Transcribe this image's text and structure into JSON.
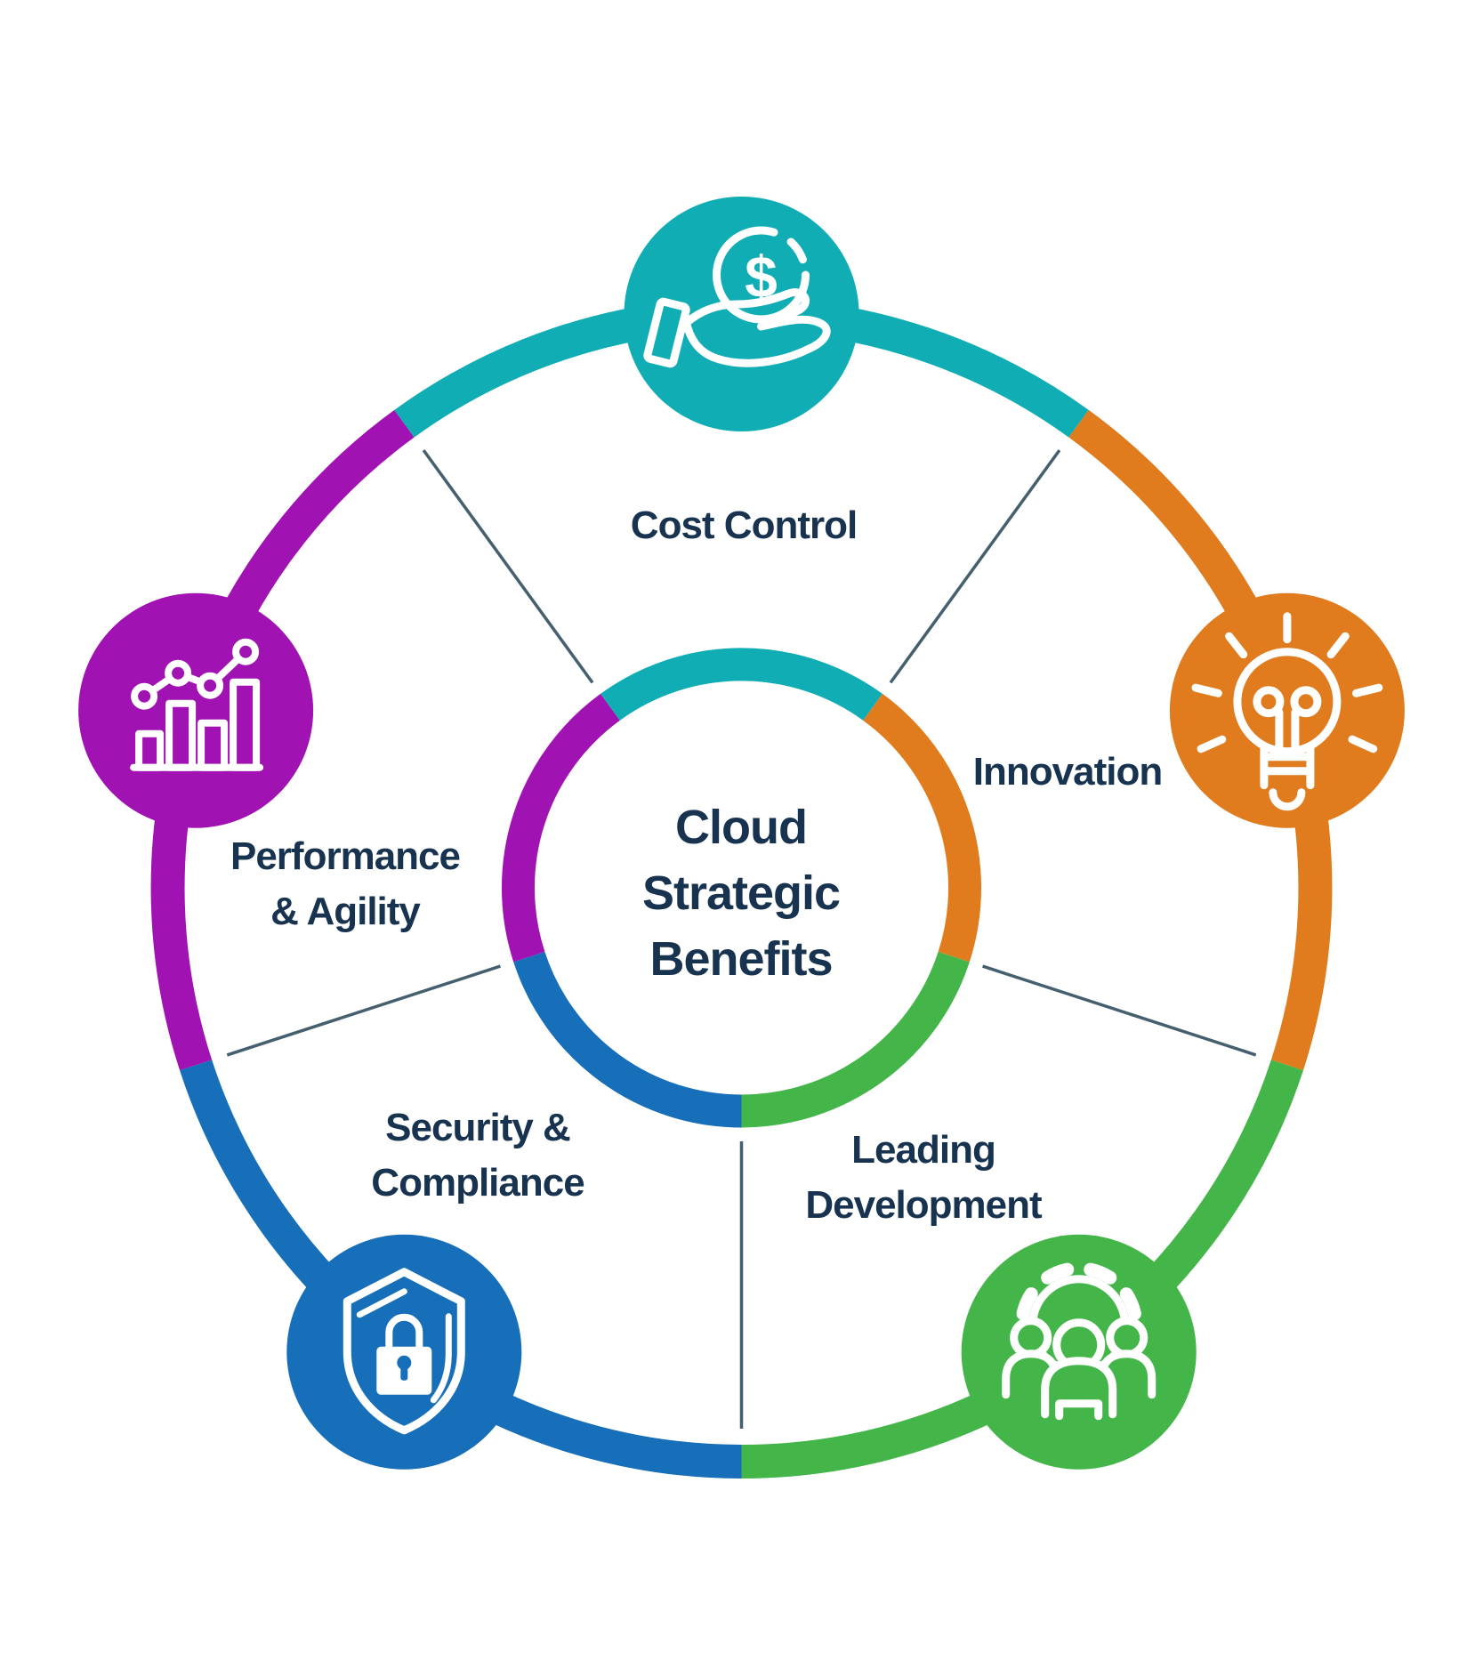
{
  "title": "Cloud\nStrategic\nBenefits",
  "colors": {
    "teal": "#10ADB4",
    "orange": "#E07C1E",
    "green": "#44B649",
    "blue": "#166FB8",
    "purple": "#A013B2",
    "navy": "#18334F",
    "spoke": "#44606F",
    "icon_stroke": "#FFFFFF",
    "background": "#FFFFFF"
  },
  "segments": [
    {
      "label": "Cost Control",
      "color": "teal",
      "icon": "hand-coin-icon"
    },
    {
      "label": "Innovation",
      "color": "orange",
      "icon": "lightbulb-icon"
    },
    {
      "label": "Leading\nDevelopment",
      "color": "green",
      "icon": "team-gear-icon"
    },
    {
      "label": "Security &\nCompliance",
      "color": "blue",
      "icon": "shield-lock-icon"
    },
    {
      "label": "Performance\n& Agility",
      "color": "purple",
      "icon": "bar-chart-icon"
    }
  ],
  "icon_glyphs": {
    "dollar": "$"
  }
}
